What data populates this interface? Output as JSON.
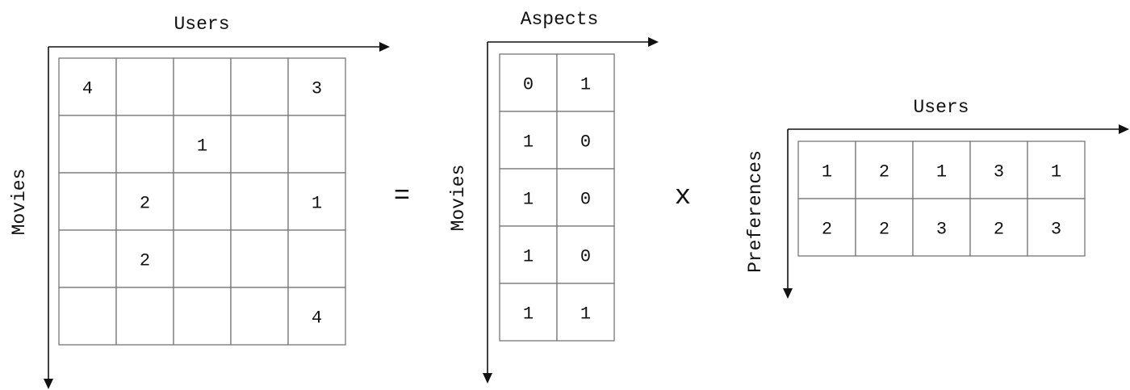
{
  "ratings": {
    "x_label": "Users",
    "y_label": "Movies",
    "cells": [
      [
        "4",
        "",
        "",
        "",
        "3"
      ],
      [
        "",
        "",
        "1",
        "",
        ""
      ],
      [
        "",
        "2",
        "",
        "",
        "1"
      ],
      [
        "",
        "2",
        "",
        "",
        ""
      ],
      [
        "",
        "",
        "",
        "",
        "4"
      ]
    ]
  },
  "equals_sign": "=",
  "aspects": {
    "x_label": "Aspects",
    "y_label": "Movies",
    "cells": [
      [
        "0",
        "1"
      ],
      [
        "1",
        "0"
      ],
      [
        "1",
        "0"
      ],
      [
        "1",
        "0"
      ],
      [
        "1",
        "1"
      ]
    ]
  },
  "times_sign": "x",
  "preferences": {
    "x_label": "Users",
    "y_label": "Preferences",
    "cells": [
      [
        "1",
        "2",
        "1",
        "3",
        "1"
      ],
      [
        "2",
        "2",
        "3",
        "2",
        "3"
      ]
    ]
  }
}
